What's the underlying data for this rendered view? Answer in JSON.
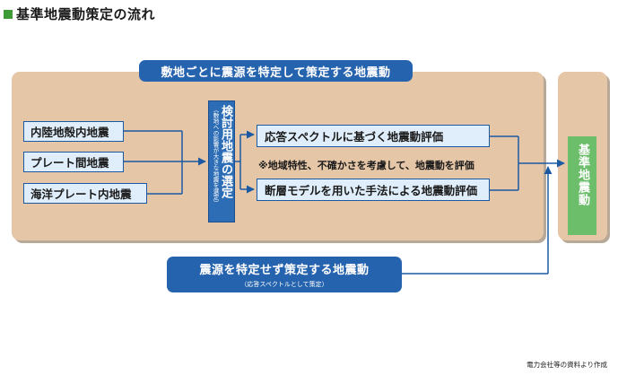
{
  "title": "基準地震動策定の流れ",
  "top_banner": "敷地ごとに震源を特定して策定する地震動",
  "earthquake_types": [
    "内陸地殻内地震",
    "プレート間地震",
    "海洋プレート内地震"
  ],
  "selection": {
    "main": "検討用地震の選定",
    "sub": "（敷地への影響が大きな地震を選定）"
  },
  "evaluations": {
    "spectrum": "応答スペクトルに基づく地震動評価",
    "note": "※地域特性、不確かさを考慮して、地震動を評価",
    "fault": "断層モデルを用いた手法による地震動評価"
  },
  "result": "基準地震動",
  "bottom": {
    "main": "震源を特定せず策定する地震動",
    "sub": "（応答スペクトルとして策定）"
  },
  "source_note": "電力会社等の資料より作成",
  "colors": {
    "accent_green": "#3f9b35",
    "panel_tan": "#e5c6a7",
    "banner_blue": "#2663ae",
    "box_fill": "#dfeefa",
    "box_border": "#1b5aa3",
    "result_green": "#6cbe6a"
  }
}
